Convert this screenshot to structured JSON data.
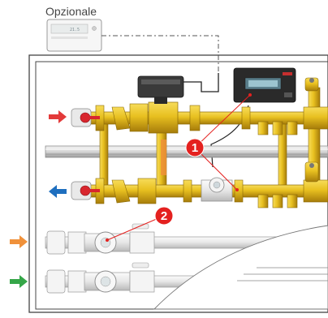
{
  "optional_label": "Opzionale",
  "callouts": [
    {
      "number": "1"
    },
    {
      "number": "2"
    }
  ],
  "thermostat_display": {
    "text": "21.5"
  },
  "colors": {
    "pipe_brass": "#e8c020",
    "pipe_dark": "#b48a10",
    "supply_arrow": "#e33a3a",
    "return_arrow": "#1e6fbf",
    "hot_water_arrow": "#f0913a",
    "cold_water_arrow": "#35a648",
    "callout_red": "#e4211f",
    "valve_handle": "#d8262e",
    "frame": "#444444"
  },
  "icons": [
    "arrow-right-red-icon",
    "arrow-left-blue-icon",
    "arrow-right-orange-icon",
    "arrow-right-green-icon"
  ]
}
